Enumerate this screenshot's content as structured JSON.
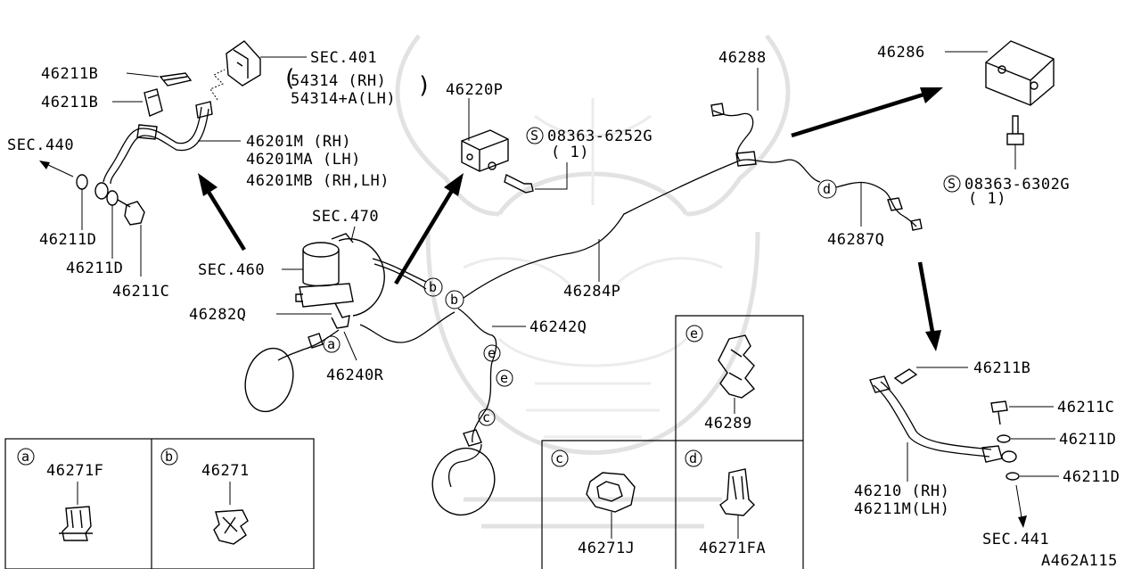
{
  "diagram": {
    "drawing_code": "A462A115",
    "parts": {
      "p46211B_top1": "46211B",
      "p46211B_top2": "46211B",
      "sec440": "SEC.440",
      "sec401": "SEC.401",
      "rh_54314": "54314  (RH)",
      "lh_54314": "54314+A(LH)",
      "p46201M": "46201M  (RH)",
      "p46201MA": "46201MA (LH)",
      "p46201MB": "46201MB (RH,LH)",
      "p46211D_a": "46211D",
      "p46211D_b": "46211D",
      "p46211C_left": "46211C",
      "sec460": "SEC.460",
      "sec470": "SEC.470",
      "p46282Q": "46282Q",
      "p46240R": "46240R",
      "p46220P": "46220P",
      "s08363_6252G": "08363-6252G",
      "qty1_a": "( 1)",
      "p46288": "46288",
      "p46286": "46286",
      "s08363_6302G": "08363-6302G",
      "qty1_b": "( 1)",
      "p46287Q": "46287Q",
      "p46284P": "46284P",
      "p46242Q": "46242Q",
      "p46211B_right": "46211B",
      "p46211C_right": "46211C",
      "p46211D_right1": "46211D",
      "p46211D_right2": "46211D",
      "p46210": "46210 (RH)",
      "p46211M": "46211M(LH)",
      "sec441": "SEC.441"
    },
    "callouts": {
      "a": "a",
      "b": "b",
      "c": "c",
      "d": "d",
      "e": "e",
      "s": "S"
    },
    "insets": {
      "a": {
        "letter": "a",
        "part": "46271F"
      },
      "b": {
        "letter": "b",
        "part": "46271"
      },
      "c": {
        "letter": "c",
        "part": "46271J"
      },
      "d": {
        "letter": "d",
        "part": "46271FA"
      },
      "e": {
        "letter": "e",
        "part": "46289"
      }
    }
  }
}
